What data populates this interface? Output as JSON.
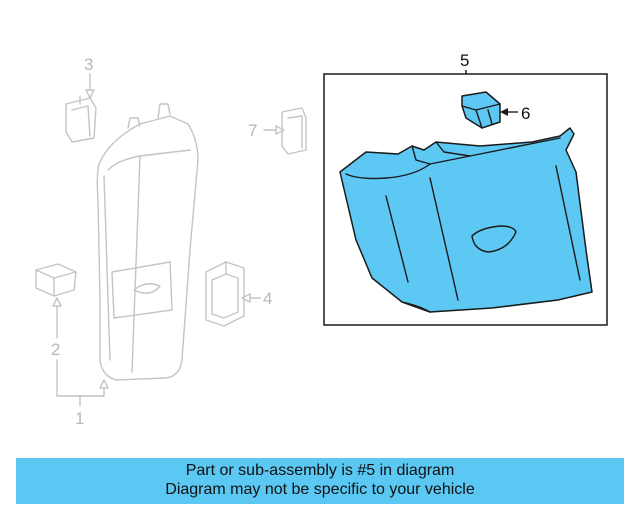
{
  "callouts": {
    "c1": "1",
    "c2": "2",
    "c3": "3",
    "c4": "4",
    "c5": "5",
    "c6": "6",
    "c7": "7"
  },
  "banner": {
    "line1": "Part or sub-assembly is #5 in diagram",
    "line2": "Diagram may not be specific to your vehicle"
  },
  "colors": {
    "highlight": "#5cc8f3",
    "ghost": "#c4c4c4",
    "banner": "#5bc7f3"
  }
}
